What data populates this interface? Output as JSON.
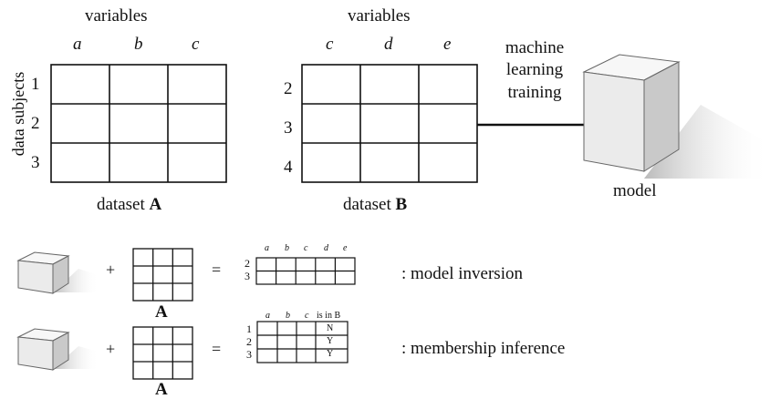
{
  "dataset_a": {
    "header": "variables",
    "columns": [
      "a",
      "b",
      "c"
    ],
    "side_label": "data subjects",
    "rows": [
      "1",
      "2",
      "3"
    ],
    "caption_prefix": "dataset ",
    "caption_bold": "A"
  },
  "dataset_b": {
    "header": "variables",
    "columns": [
      "c",
      "d",
      "e"
    ],
    "rows": [
      "2",
      "3",
      "4"
    ],
    "caption_prefix": "dataset ",
    "caption_bold": "B"
  },
  "training": {
    "line1": "machine",
    "line2": "learning",
    "line3": "training"
  },
  "model_label": "model",
  "attack_inversion": {
    "plus": "+",
    "equals": "=",
    "table_label": "A",
    "result_columns": [
      "a",
      "b",
      "c",
      "d",
      "e"
    ],
    "result_rows": [
      "2",
      "3"
    ],
    "description": ": model inversion"
  },
  "attack_membership": {
    "plus": "+",
    "equals": "=",
    "table_label": "A",
    "result_columns": [
      "a",
      "b",
      "c",
      "is in B"
    ],
    "result_rows": [
      "1",
      "2",
      "3"
    ],
    "result_values": [
      "N",
      "Y",
      "Y"
    ],
    "description": ": membership inference"
  },
  "colors": {
    "cube_top": "#f7f7f7",
    "cube_front": "#ebebeb",
    "cube_side": "#c9c9c9",
    "shadow": "#bdbdbd",
    "line": "#111111"
  }
}
